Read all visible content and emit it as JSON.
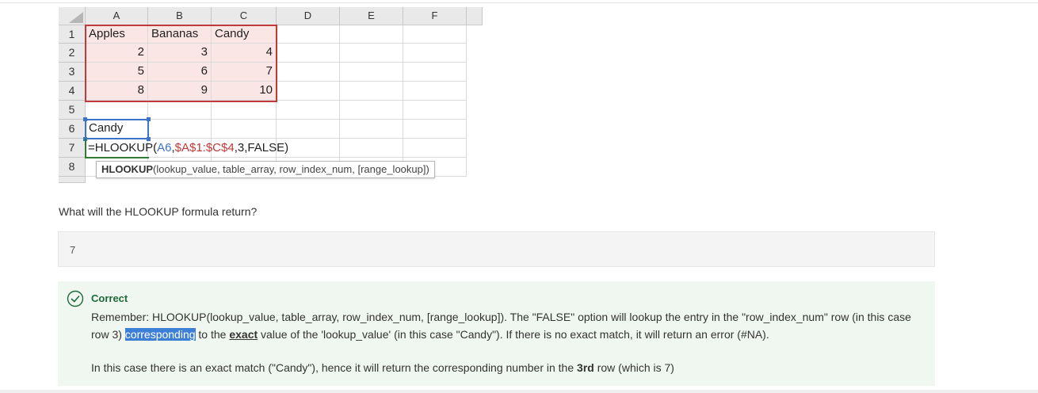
{
  "sheet": {
    "columns": [
      "A",
      "B",
      "C",
      "D",
      "E",
      "F"
    ],
    "rows": [
      "1",
      "2",
      "3",
      "4",
      "5",
      "6",
      "7",
      "8"
    ],
    "cells": {
      "A1": "Apples",
      "B1": "Bananas",
      "C1": "Candy",
      "A2": "2",
      "B2": "3",
      "C2": "4",
      "A3": "5",
      "B3": "6",
      "C3": "7",
      "A4": "8",
      "B4": "9",
      "C4": "10",
      "A6": "Candy"
    },
    "formula": {
      "prefix": "=HLOOKUP(",
      "ref1": "A6",
      "sep1": ",",
      "ref2": "$A$1:$C$4",
      "suffix": ",3,FALSE)"
    },
    "tooltip": {
      "fn": "HLOOKUP",
      "args": "(lookup_value, table_array, row_index_num, [range_lookup])"
    }
  },
  "quiz": {
    "question": "What will the HLOOKUP formula return?",
    "answer": "7",
    "feedback": {
      "label": "Correct",
      "p1_a": "Remember: HLOOKUP(lookup_value, table_array, row_index_num, [range_lookup]). The \"FALSE\" option will lookup the entry in the \"row_index_num\" row (in this case row 3) ",
      "p1_highlight": "corresponding",
      "p1_b": " to the ",
      "p1_exact": "exact",
      "p1_c": " value of the 'lookup_value' (in this case \"Candy\"). If there is no exact match, it will return an error (#NA).",
      "p2_a": "In this case there is an exact match (\"Candy\"), hence it will return the corresponding number in the ",
      "p2_bold": "3rd",
      "p2_b": " row (which is 7)"
    }
  },
  "colors": {
    "range_border": "#c0393b",
    "lookup_ref": "#3c74c8",
    "active_cell": "#2e7d32",
    "highlight": "#3d7fd6",
    "correct_green": "#1e6b3a"
  }
}
